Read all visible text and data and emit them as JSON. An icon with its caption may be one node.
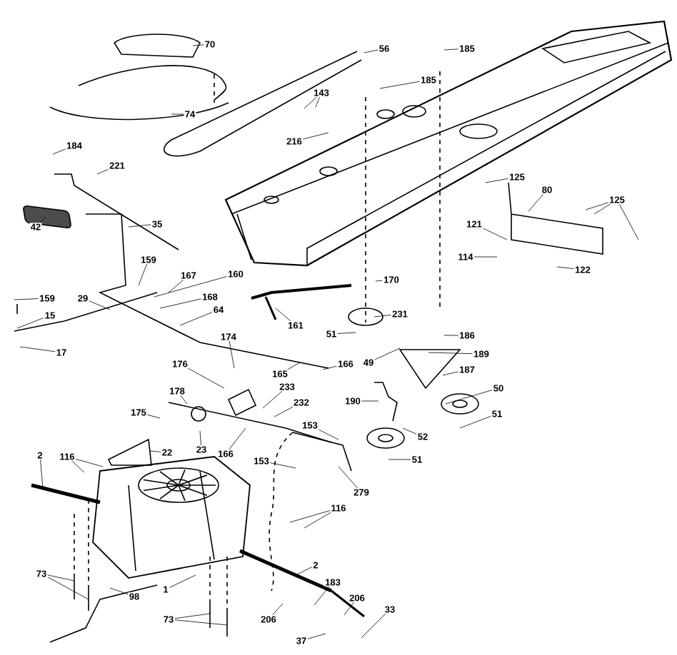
{
  "diagram": {
    "nodes": [
      {
        "text": [
          "70"
        ]
      },
      {
        "text": [
          "56"
        ]
      },
      {
        "text": [
          "185"
        ]
      },
      {
        "text": [
          "185"
        ]
      },
      {
        "text": [
          "143"
        ]
      },
      {
        "text": [
          "74"
        ]
      },
      {
        "text": [
          "216"
        ]
      },
      {
        "text": [
          "184"
        ]
      },
      {
        "text": [
          "221"
        ]
      },
      {
        "text": [
          "125"
        ]
      },
      {
        "text": [
          "80"
        ]
      },
      {
        "text": [
          "125"
        ]
      },
      {
        "text": [
          "121"
        ]
      },
      {
        "text": [
          "42"
        ]
      },
      {
        "text": [
          "35"
        ]
      },
      {
        "text": [
          "114"
        ]
      },
      {
        "text": [
          "159"
        ]
      },
      {
        "text": [
          "122"
        ]
      },
      {
        "text": [
          "167"
        ]
      },
      {
        "text": [
          "160"
        ]
      },
      {
        "text": [
          "170"
        ]
      },
      {
        "text": [
          "159"
        ]
      },
      {
        "text": [
          "29"
        ]
      },
      {
        "text": [
          "168"
        ]
      },
      {
        "text": [
          "64"
        ]
      },
      {
        "text": [
          "231"
        ]
      },
      {
        "text": [
          "15"
        ]
      },
      {
        "text": [
          "161"
        ]
      },
      {
        "text": [
          "51"
        ]
      },
      {
        "text": [
          "186"
        ]
      },
      {
        "text": [
          "17"
        ]
      },
      {
        "text": [
          "49"
        ]
      },
      {
        "text": [
          "189"
        ]
      },
      {
        "text": [
          "174"
        ]
      },
      {
        "text": [
          "176"
        ]
      },
      {
        "text": [
          "165"
        ]
      },
      {
        "text": [
          "166"
        ]
      },
      {
        "text": [
          "187"
        ]
      },
      {
        "text": [
          "233"
        ]
      },
      {
        "text": [
          "178"
        ]
      },
      {
        "text": [
          "50"
        ]
      },
      {
        "text": [
          "190"
        ]
      },
      {
        "text": [
          "232"
        ]
      },
      {
        "text": [
          "51"
        ]
      },
      {
        "text": [
          "175"
        ]
      },
      {
        "text": [
          "153"
        ]
      },
      {
        "text": [
          "52"
        ]
      },
      {
        "text": [
          "22"
        ]
      },
      {
        "text": [
          "23"
        ]
      },
      {
        "text": [
          "51"
        ]
      },
      {
        "text": [
          "166"
        ]
      },
      {
        "text": [
          "2"
        ]
      },
      {
        "text": [
          "116"
        ]
      },
      {
        "text": [
          "153"
        ]
      },
      {
        "text": [
          "279"
        ]
      },
      {
        "text": [
          "116"
        ]
      },
      {
        "text": [
          "2"
        ]
      },
      {
        "text": [
          "73"
        ]
      },
      {
        "text": [
          "183"
        ]
      },
      {
        "text": [
          "1"
        ]
      },
      {
        "text": [
          "98"
        ]
      },
      {
        "text": [
          "206"
        ]
      },
      {
        "text": [
          "33"
        ]
      },
      {
        "text": [
          "73"
        ]
      },
      {
        "text": [
          "206"
        ]
      },
      {
        "text": [
          "37"
        ]
      }
    ],
    "edges": [
      {
        "from": 0,
        "to": null,
        "arrow": "none"
      },
      {
        "from": 1,
        "to": null,
        "arrow": "none"
      },
      {
        "from": 2,
        "to": null,
        "arrow": "none"
      },
      {
        "from": 3,
        "to": null,
        "arrow": "none"
      },
      {
        "from": 4,
        "to": null,
        "arrow": "none"
      },
      {
        "from": 4,
        "to": null,
        "arrow": "none"
      },
      {
        "from": 5,
        "to": null,
        "arrow": "none"
      },
      {
        "from": 6,
        "to": null,
        "arrow": "none"
      },
      {
        "from": 7,
        "to": null,
        "arrow": "none"
      },
      {
        "from": 8,
        "to": null,
        "arrow": "none"
      },
      {
        "from": 9,
        "to": null,
        "arrow": "none"
      },
      {
        "from": 10,
        "to": null,
        "arrow": "none"
      },
      {
        "from": 11,
        "to": null,
        "arrow": "none"
      },
      {
        "from": 11,
        "to": null,
        "arrow": "none"
      },
      {
        "from": 11,
        "to": null,
        "arrow": "none"
      },
      {
        "from": 12,
        "to": null,
        "arrow": "none"
      },
      {
        "from": 13,
        "to": null,
        "arrow": "none"
      },
      {
        "from": 14,
        "to": null,
        "arrow": "none"
      },
      {
        "from": 15,
        "to": null,
        "arrow": "none"
      },
      {
        "from": 16,
        "to": null,
        "arrow": "none"
      },
      {
        "from": 17,
        "to": null,
        "arrow": "none"
      },
      {
        "from": 18,
        "to": null,
        "arrow": "none"
      },
      {
        "from": 19,
        "to": null,
        "arrow": "none"
      },
      {
        "from": 20,
        "to": null,
        "arrow": "none"
      },
      {
        "from": 21,
        "to": null,
        "arrow": "none"
      },
      {
        "from": 22,
        "to": null,
        "arrow": "none"
      },
      {
        "from": 23,
        "to": null,
        "arrow": "none"
      },
      {
        "from": 24,
        "to": null,
        "arrow": "none"
      },
      {
        "from": 25,
        "to": null,
        "arrow": "none"
      },
      {
        "from": 26,
        "to": null,
        "arrow": "none"
      },
      {
        "from": 27,
        "to": null,
        "arrow": "none"
      },
      {
        "from": 28,
        "to": null,
        "arrow": "none"
      },
      {
        "from": 29,
        "to": null,
        "arrow": "none"
      },
      {
        "from": 30,
        "to": null,
        "arrow": "none"
      },
      {
        "from": 31,
        "to": null,
        "arrow": "none"
      },
      {
        "from": 32,
        "to": null,
        "arrow": "none"
      },
      {
        "from": 33,
        "to": null,
        "arrow": "none"
      },
      {
        "from": 34,
        "to": null,
        "arrow": "none"
      },
      {
        "from": 35,
        "to": null,
        "arrow": "none"
      },
      {
        "from": 36,
        "to": null,
        "arrow": "none"
      },
      {
        "from": 37,
        "to": null,
        "arrow": "none"
      },
      {
        "from": 38,
        "to": null,
        "arrow": "none"
      },
      {
        "from": 39,
        "to": null,
        "arrow": "none"
      },
      {
        "from": 40,
        "to": null,
        "arrow": "none"
      },
      {
        "from": 41,
        "to": null,
        "arrow": "none"
      },
      {
        "from": 42,
        "to": null,
        "arrow": "none"
      },
      {
        "from": 43,
        "to": null,
        "arrow": "none"
      },
      {
        "from": 44,
        "to": null,
        "arrow": "none"
      },
      {
        "from": 45,
        "to": null,
        "arrow": "none"
      },
      {
        "from": 46,
        "to": null,
        "arrow": "none"
      },
      {
        "from": 47,
        "to": null,
        "arrow": "none"
      },
      {
        "from": 48,
        "to": null,
        "arrow": "none"
      },
      {
        "from": 49,
        "to": null,
        "arrow": "none"
      },
      {
        "from": 50,
        "to": null,
        "arrow": "none"
      },
      {
        "from": 51,
        "to": null,
        "arrow": "none"
      },
      {
        "from": 52,
        "to": null,
        "arrow": "none"
      },
      {
        "from": 52,
        "to": null,
        "arrow": "none"
      },
      {
        "from": 53,
        "to": null,
        "arrow": "none"
      },
      {
        "from": 54,
        "to": null,
        "arrow": "none"
      },
      {
        "from": 55,
        "to": null,
        "arrow": "none"
      },
      {
        "from": 55,
        "to": null,
        "arrow": "none"
      },
      {
        "from": 56,
        "to": null,
        "arrow": "none"
      },
      {
        "from": 57,
        "to": null,
        "arrow": "none"
      },
      {
        "from": 57,
        "to": null,
        "arrow": "none"
      },
      {
        "from": 58,
        "to": null,
        "arrow": "none"
      },
      {
        "from": 59,
        "to": null,
        "arrow": "none"
      },
      {
        "from": 60,
        "to": null,
        "arrow": "none"
      },
      {
        "from": 61,
        "to": null,
        "arrow": "none"
      },
      {
        "from": 62,
        "to": null,
        "arrow": "none"
      },
      {
        "from": 63,
        "to": null,
        "arrow": "none"
      },
      {
        "from": 63,
        "to": null,
        "arrow": "none"
      },
      {
        "from": 64,
        "to": null,
        "arrow": "none"
      },
      {
        "from": 65,
        "to": null,
        "arrow": "none"
      }
    ]
  }
}
